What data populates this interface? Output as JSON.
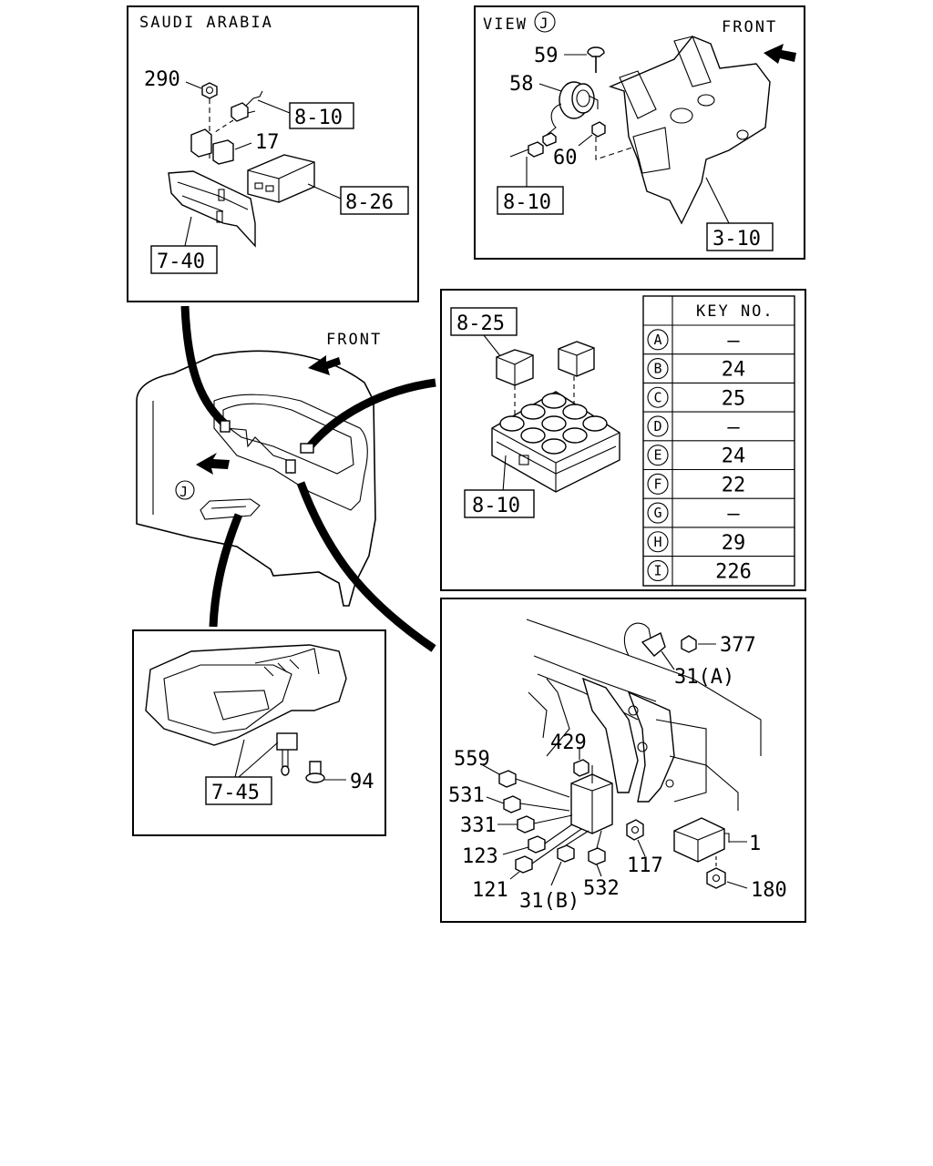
{
  "panels": {
    "saudi": {
      "title": "SAUDI ARABIA",
      "callouts": {
        "c290": "290",
        "c17": "17",
        "r810": "8-10",
        "r826": "8-26",
        "r740": "7-40"
      }
    },
    "viewj": {
      "title": "VIEW",
      "view_letter": "J",
      "front": "FRONT",
      "callouts": {
        "c59": "59",
        "c58": "58",
        "c60": "60",
        "r810": "8-10",
        "r310": "3-10"
      }
    },
    "main": {
      "front": "FRONT",
      "view_letter": "J"
    },
    "relay": {
      "callouts": {
        "r825": "8-25",
        "r810": "8-10"
      },
      "key_table": {
        "header": "KEY NO.",
        "rows": [
          {
            "letter": "A",
            "value": "—"
          },
          {
            "letter": "B",
            "value": "24"
          },
          {
            "letter": "C",
            "value": "25"
          },
          {
            "letter": "D",
            "value": "—"
          },
          {
            "letter": "E",
            "value": "24"
          },
          {
            "letter": "F",
            "value": "22"
          },
          {
            "letter": "G",
            "value": "—"
          },
          {
            "letter": "H",
            "value": "29"
          },
          {
            "letter": "I",
            "value": "226"
          }
        ]
      }
    },
    "lower_left": {
      "callouts": {
        "r745": "7-45",
        "c94": "94"
      }
    },
    "lower_right": {
      "callouts": {
        "c377": "377",
        "c31a": "31(A)",
        "c429": "429",
        "c559": "559",
        "c531": "531",
        "c331": "331",
        "c123": "123",
        "c121": "121",
        "c31b": "31(B)",
        "c532": "532",
        "c117": "117",
        "c1": "1",
        "c180": "180"
      }
    }
  }
}
